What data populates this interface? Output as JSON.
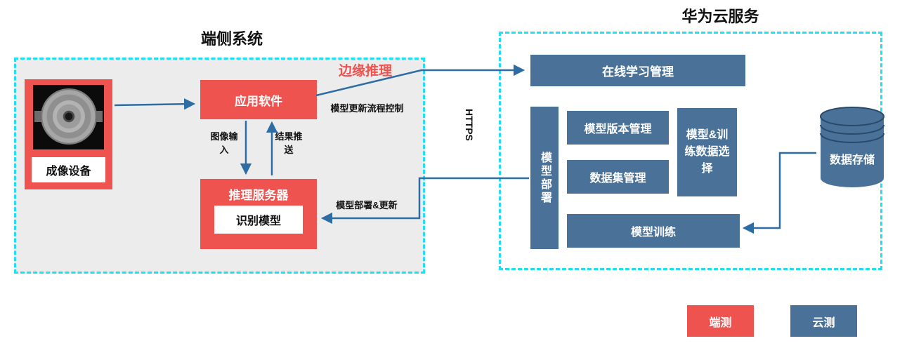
{
  "edge": {
    "title": "端侧系统",
    "edge_inference_label": "边缘推理",
    "imaging_device_label": "成像设备",
    "app_software_label": "应用软件",
    "inference_server_label": "推理服务器",
    "recognition_model_label": "识别模型",
    "model_update_flow_label": "模型更新流程控制",
    "image_input_label": "图像输入",
    "result_push_label": "结果推送",
    "model_deploy_update_label": "模型部署&更新"
  },
  "cloud": {
    "title": "华为云服务",
    "online_learning_label": "在线学习管理",
    "model_deploy_label": "模型部署",
    "model_version_label": "模型版本管理",
    "dataset_mgmt_label": "数据集管理",
    "model_training_data_label": "模型&训练数据选择",
    "model_training_label": "模型训练",
    "data_storage_label": "数据存储"
  },
  "connector": {
    "https_label": "HTTPS"
  },
  "legend": {
    "edge_label": "端测",
    "cloud_label": "云测"
  },
  "icons": {
    "camera_lens": "camera-lens-photo",
    "database": "database-cylinder-icon"
  },
  "colors": {
    "red": "#ef5350",
    "blue": "#4a7299",
    "blue_dark": "#29496b",
    "arrow": "#2e6da4",
    "cyan": "#1fe0f2",
    "panel": "#ececec"
  }
}
